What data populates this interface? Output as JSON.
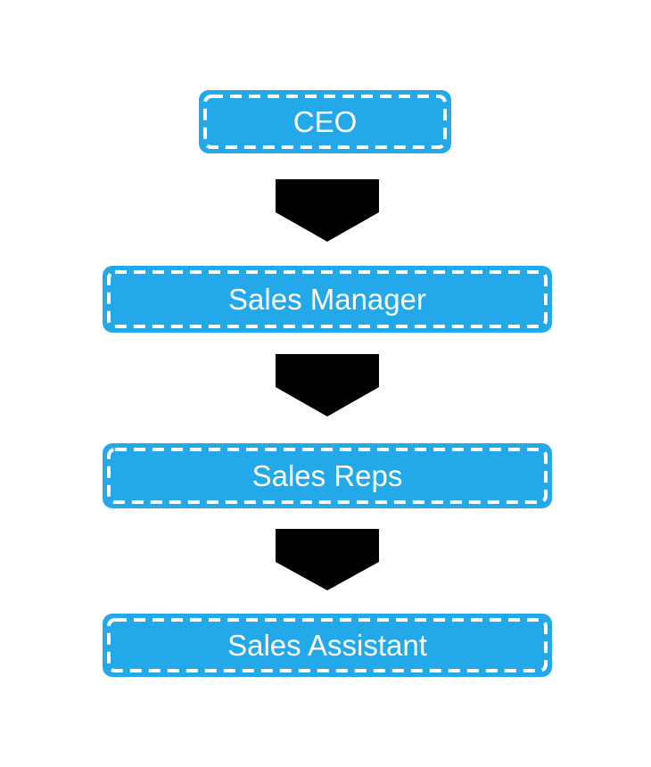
{
  "diagram": {
    "type": "flowchart",
    "direction": "top-down",
    "nodes": [
      {
        "id": "ceo",
        "label": "CEO"
      },
      {
        "id": "sales-manager",
        "label": "Sales Manager"
      },
      {
        "id": "sales-reps",
        "label": "Sales Reps"
      },
      {
        "id": "sales-assistant",
        "label": "Sales Assistant"
      }
    ],
    "edges": [
      {
        "from": "CEO",
        "to": "Sales Manager",
        "connector": "down-arrow"
      },
      {
        "from": "Sales Manager",
        "to": "Sales Reps",
        "connector": "down-arrow"
      },
      {
        "from": "Sales Reps",
        "to": "Sales Assistant",
        "connector": "down-arrow"
      }
    ],
    "colors": {
      "node_fill": "#23A9EA",
      "node_dashed_border": "#FFFFFF",
      "node_text": "#FFFFFF",
      "arrow": "#000000",
      "background": "#FFFFFF"
    }
  }
}
